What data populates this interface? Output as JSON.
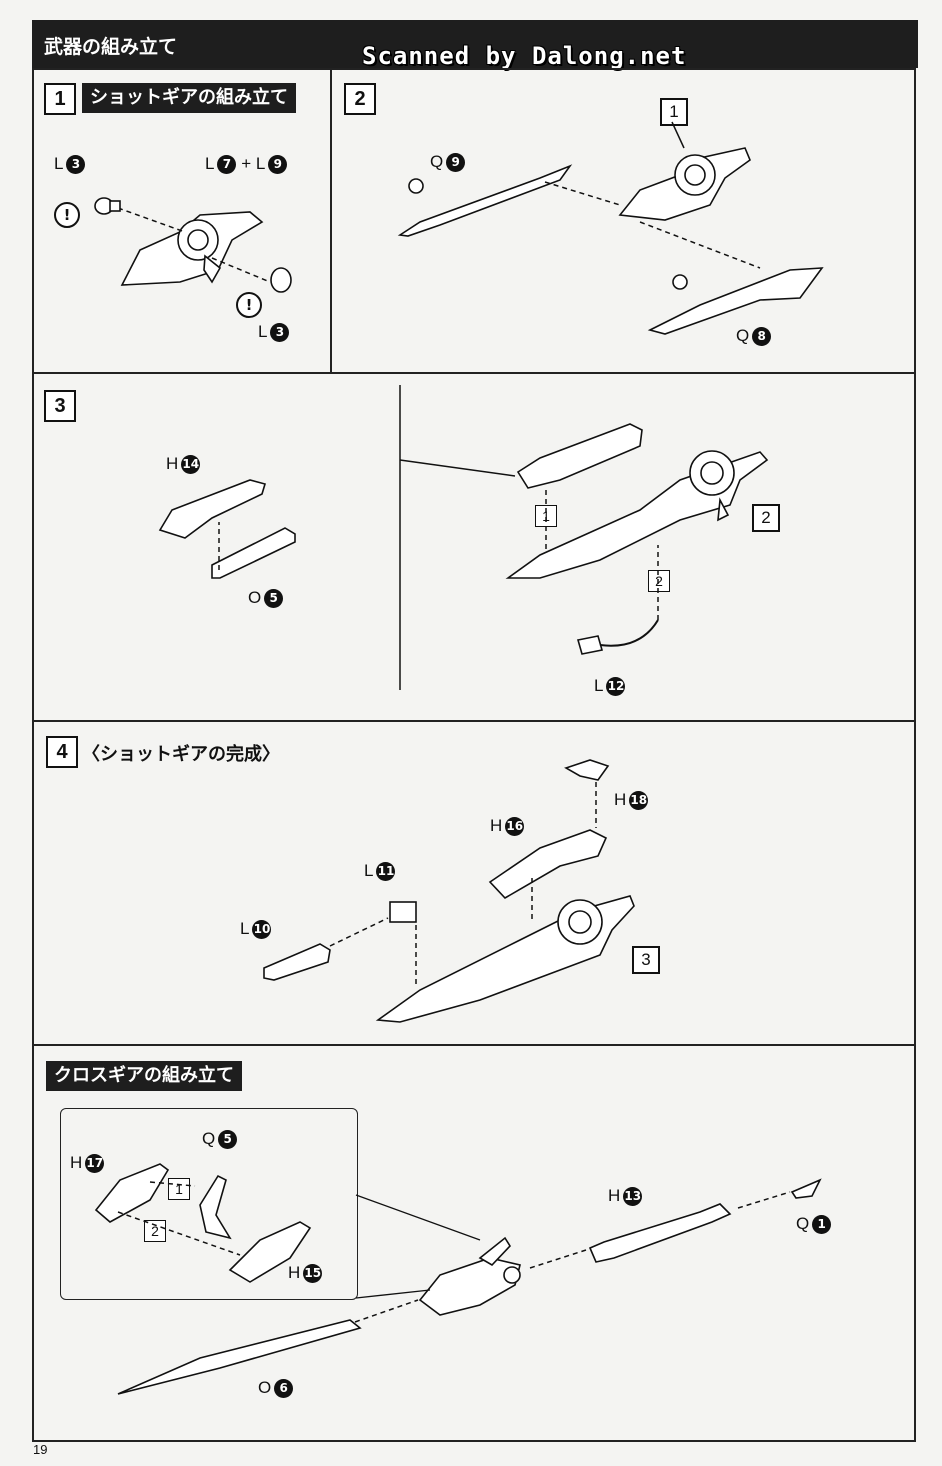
{
  "header": {
    "title": "武器の組み立て",
    "watermark": "Scanned by Dalong.net"
  },
  "steps": [
    {
      "number": "1",
      "title": "ショットギアの組み立て",
      "labels": [
        "L",
        "L",
        "+ L",
        "L"
      ],
      "parts": [
        "3",
        "7",
        "9",
        "3"
      ],
      "warnings": [
        "!",
        "!"
      ]
    },
    {
      "number": "2",
      "labels": [
        "Q",
        "Q"
      ],
      "parts": [
        "9",
        "8"
      ],
      "refs": [
        "1"
      ]
    },
    {
      "number": "3",
      "labels": [
        "H",
        "O",
        "L"
      ],
      "parts": [
        "14",
        "5",
        "12"
      ],
      "refs": [
        "1",
        "2",
        "2"
      ]
    },
    {
      "number": "4",
      "title": "〈ショットギアの完成〉",
      "labels": [
        "L",
        "L",
        "H",
        "H"
      ],
      "parts": [
        "10",
        "11",
        "16",
        "18"
      ],
      "refs": [
        "3"
      ]
    },
    {
      "title": "クロスギアの組み立て",
      "labels": [
        "H",
        "Q",
        "H",
        "H",
        "Q",
        "O"
      ],
      "parts": [
        "17",
        "5",
        "15",
        "13",
        "1",
        "6"
      ],
      "refs": [
        "1",
        "2"
      ]
    }
  ],
  "page_number": "19"
}
